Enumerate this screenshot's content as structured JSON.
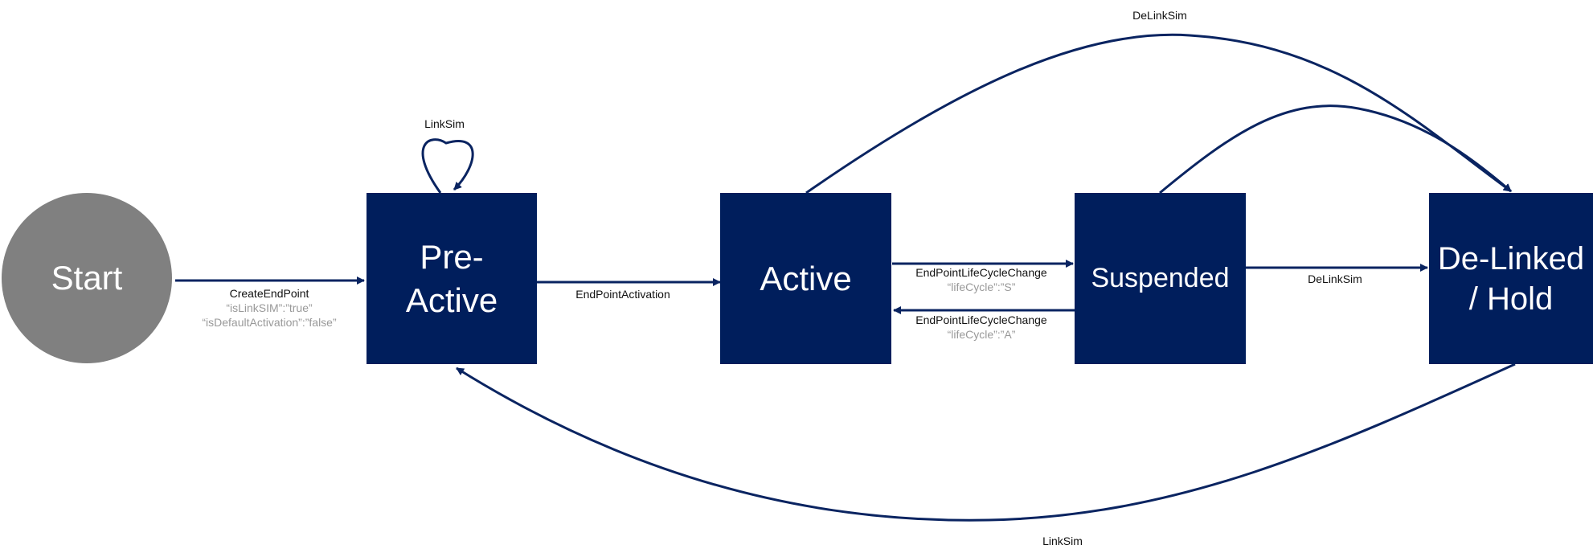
{
  "colors": {
    "node_fill": "#001e5c",
    "start_fill": "#808080",
    "edge": "#0a2461",
    "label_text": "#111111",
    "sub_label_text": "#999999"
  },
  "nodes": {
    "start": "Start",
    "pre_active": "Pre-\nActive",
    "active": "Active",
    "suspended": "Suspended",
    "delinked": "De-Linked\n/ Hold"
  },
  "edges": {
    "create_endpoint": {
      "label": "CreateEndPoint",
      "sub1": "“isLinkSIM”:”true”",
      "sub2": "“isDefaultActivation”:”false”"
    },
    "linksim_self": {
      "label": "LinkSim"
    },
    "endpoint_activation": {
      "label": "EndPointActivation"
    },
    "lifecycle_to_suspended": {
      "label": "EndPointLifeCycleChange",
      "sub": "“lifeCycle”:”S”"
    },
    "lifecycle_to_active": {
      "label": "EndPointLifeCycleChange",
      "sub": "“lifeCycle”:”A”"
    },
    "delinksim_from_suspended": {
      "label": "DeLinkSim"
    },
    "delinksim_from_active": {
      "label": "DeLinkSim"
    },
    "linksim_back": {
      "label": "LinkSim"
    }
  }
}
